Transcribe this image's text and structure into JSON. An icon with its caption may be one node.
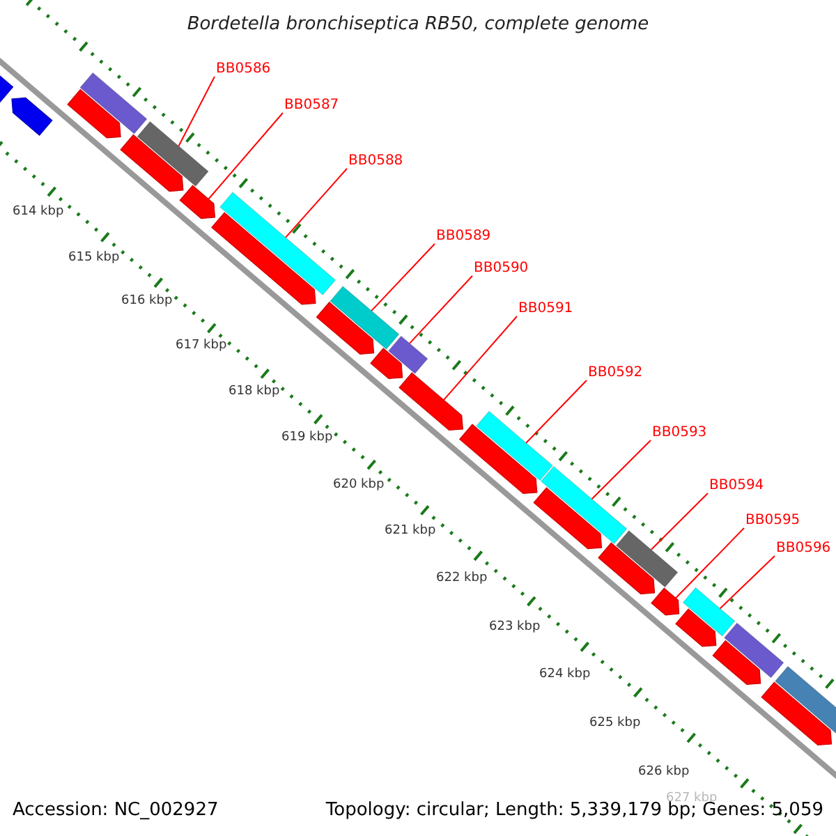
{
  "diagram": {
    "title": "Bordetella bronchiseptica RB50, complete genome",
    "nodes": [
      {
        "text": [
          "BB0586"
        ]
      },
      {
        "text": [
          "BB0587"
        ]
      },
      {
        "text": [
          "BB0588"
        ]
      },
      {
        "text": [
          "BB0589"
        ]
      },
      {
        "text": [
          "BB0590"
        ]
      },
      {
        "text": [
          "BB0591"
        ]
      },
      {
        "text": [
          "BB0592"
        ]
      },
      {
        "text": [
          "BB0593"
        ]
      },
      {
        "text": [
          "BB0594"
        ]
      },
      {
        "text": [
          "BB0595"
        ]
      },
      {
        "text": [
          "BB0596"
        ]
      },
      {
        "text": [],
        "shape": "arrow"
      },
      {
        "text": [],
        "shape": "arrow"
      },
      {
        "text": [],
        "shape": "arrow"
      },
      {
        "text": [],
        "shape": "arrow"
      },
      {
        "text": [],
        "shape": "arrow"
      },
      {
        "text": [],
        "shape": "arrow"
      },
      {
        "text": [],
        "shape": "arrow"
      },
      {
        "text": [],
        "shape": "arrow"
      },
      {
        "text": [],
        "shape": "arrow"
      },
      {
        "text": [],
        "shape": "arrow"
      },
      {
        "text": [],
        "shape": "arrow"
      },
      {
        "text": [],
        "shape": "arrow"
      },
      {
        "text": [],
        "shape": "arrow"
      },
      {
        "text": [],
        "shape": "arrow"
      },
      {
        "text": [],
        "shape": "arrow"
      },
      {
        "text": [],
        "shape": "arrow"
      }
    ],
    "edges": [
      {
        "from": 0,
        "to": 14,
        "arrow": "none"
      },
      {
        "from": 1,
        "to": 15,
        "arrow": "none"
      },
      {
        "from": 2,
        "to": 16,
        "arrow": "none"
      },
      {
        "from": 3,
        "to": 17,
        "arrow": "none"
      },
      {
        "from": 4,
        "to": 18,
        "arrow": "none"
      },
      {
        "from": 5,
        "to": 19,
        "arrow": "none"
      },
      {
        "from": 6,
        "to": 20,
        "arrow": "none"
      },
      {
        "from": 7,
        "to": 21,
        "arrow": "none"
      },
      {
        "from": 8,
        "to": 22,
        "arrow": "none"
      },
      {
        "from": 9,
        "to": 23,
        "arrow": "none"
      },
      {
        "from": 10,
        "to": 24,
        "arrow": "none"
      }
    ],
    "labels": [
      "614 kbp",
      "615 kbp",
      "616 kbp",
      "617 kbp",
      "618 kbp",
      "619 kbp",
      "620 kbp",
      "621 kbp",
      "622 kbp",
      "623 kbp",
      "624 kbp",
      "625 kbp",
      "626 kbp",
      "627 kbp",
      "Accession: NC_002927",
      "Topology: circular; Length: 5,339,179 bp; Genes: 5,059"
    ]
  }
}
